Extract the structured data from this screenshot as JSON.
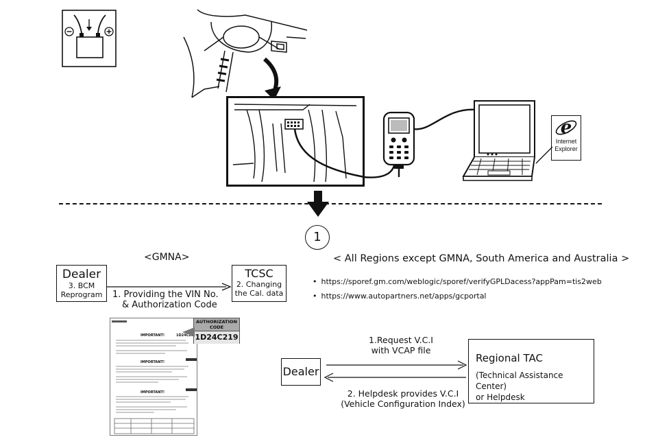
{
  "step_number": "1",
  "gmna": {
    "heading": "<GMNA>",
    "dealer": {
      "title": "Dealer",
      "line1": "3. BCM",
      "line2": "Reprogram"
    },
    "tcsc": {
      "title": "TCSC",
      "line1": "2. Changing",
      "line2": "the Cal. data"
    },
    "arrow_label": {
      "line1": "1. Providing the VIN No.",
      "line2": "& Authorization Code"
    },
    "document": {
      "auth_header_line1": "AUTHORIZATION",
      "auth_header_line2": "CODE",
      "auth_code": "1D24C219",
      "important_labels": [
        "IMPORTANT!",
        "IMPORTANT!",
        "IMPORTANT!"
      ]
    }
  },
  "other_regions": {
    "heading": "< All Regions except GMNA, South America and Australia >",
    "urls": [
      "https://sporef.gm.com/weblogic/sporef/verifyGPLDacess?appPam=tis2web",
      "https://www.autopartners.net/apps/gcportal"
    ],
    "dealer": "Dealer",
    "tac": {
      "title": "Regional TAC",
      "line1": "(Technical Assistance Center)",
      "line2": "or Helpdesk"
    },
    "request": {
      "line1": "1.Request V.C.I",
      "line2": "with VCAP file"
    },
    "response": {
      "line1": "2. Helpdesk provides V.C.I",
      "line2": "(Vehicle Configuration Index)"
    }
  },
  "ie_icon": {
    "line1": "Internet",
    "line2": "Explorer"
  },
  "icons": [
    "battery-icon",
    "steering-wheel-icon",
    "obd-connector-icon",
    "scan-tool-icon",
    "laptop-icon",
    "internet-explorer-icon"
  ]
}
